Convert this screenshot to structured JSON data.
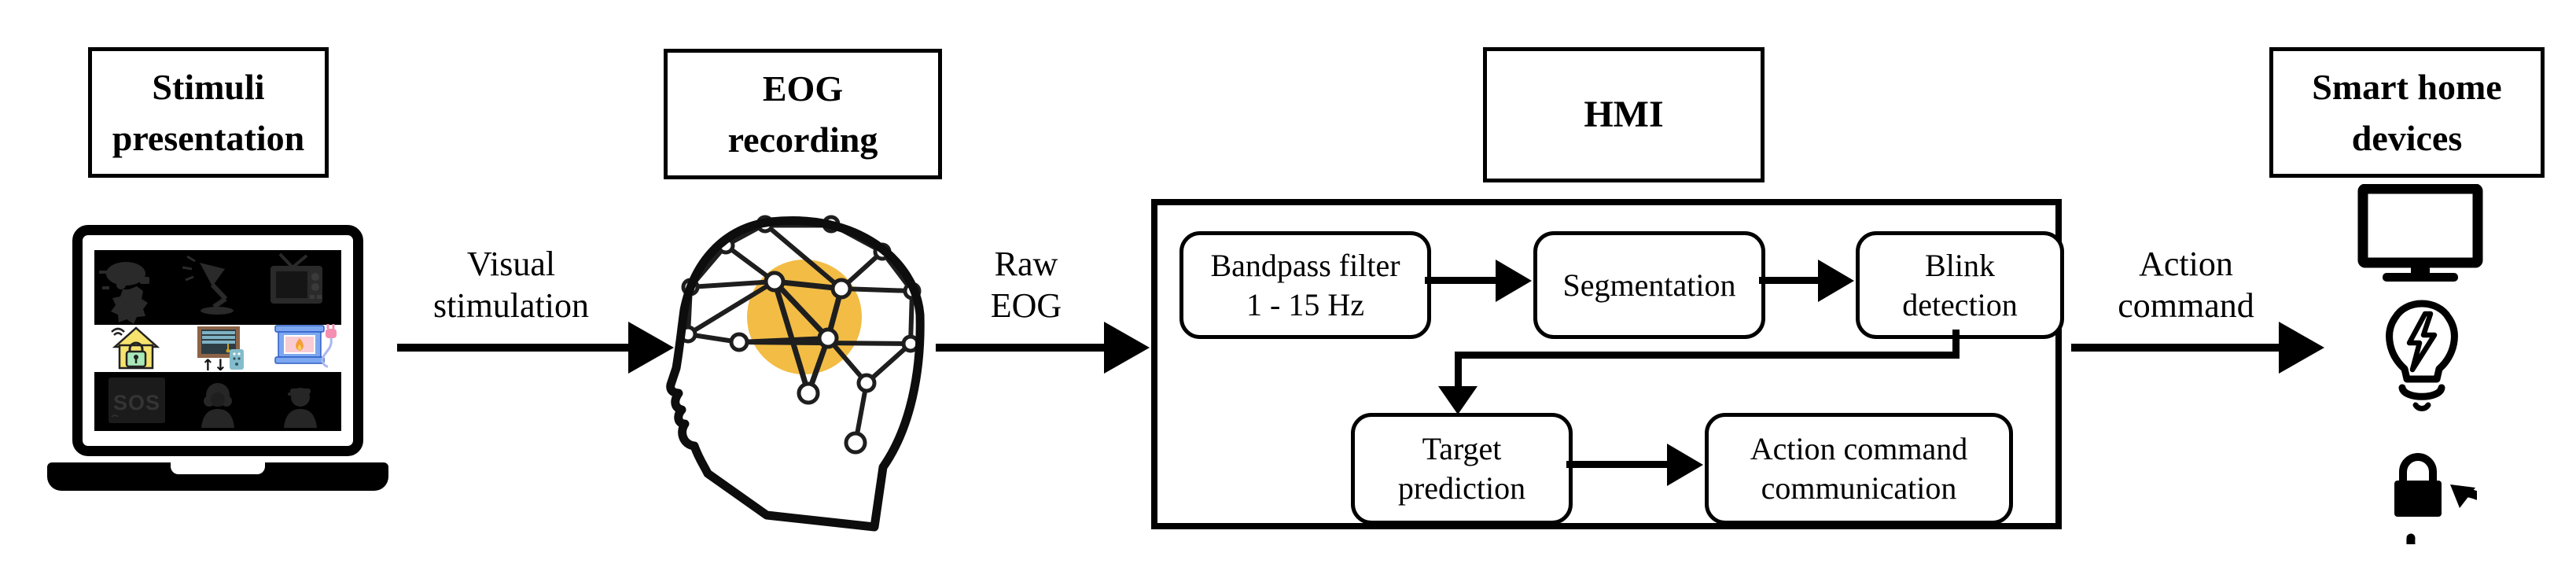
{
  "title_boxes": {
    "stimuli": {
      "lines": [
        "Stimuli",
        "presentation"
      ]
    },
    "eog": {
      "lines": [
        "EOG",
        "recording"
      ]
    },
    "hmi": {
      "label": "HMI"
    },
    "smart_home": {
      "lines": [
        "Smart home",
        "devices"
      ]
    }
  },
  "flow_labels": {
    "visual_stimulation": {
      "lines": [
        "Visual",
        "stimulation"
      ]
    },
    "raw_eog": {
      "lines": [
        "Raw",
        "EOG"
      ]
    },
    "action_command": {
      "lines": [
        "Action",
        "command"
      ]
    }
  },
  "hmi_pipeline": {
    "bandpass": {
      "lines": [
        "Bandpass filter",
        "1 - 15 Hz"
      ]
    },
    "segmentation": {
      "lines": [
        "Segmentation"
      ]
    },
    "blink_detection": {
      "lines": [
        "Blink",
        "detection"
      ]
    },
    "target_prediction": {
      "lines": [
        "Target",
        "prediction"
      ]
    },
    "action_command_communication": {
      "lines": [
        "Action command",
        "communication"
      ]
    }
  },
  "laptop": {
    "sos_label": "SOS"
  },
  "icons": {
    "laptop_screen_top_row": [
      "security-camera-icon",
      "desk-lamp-icon",
      "tv-icon"
    ],
    "laptop_screen_middle_row": [
      "smart-home-lock-icon",
      "window-blinds-icon",
      "heater-plug-icon"
    ],
    "laptop_screen_bottom_row": [
      "sos-icon",
      "woman-icon",
      "man-icon"
    ],
    "smart_home_devices": [
      "monitor-icon",
      "smart-bulb-icon",
      "smart-lock-rotate-icon"
    ],
    "eog_figure": "head-brain-network-icon"
  },
  "colors": {
    "ink": "#000000",
    "brain_yellow": "#F2BC45",
    "house_yellow": "#F5E36E",
    "lock_green": "#A9E8B8",
    "blinds_brown": "#8B6347",
    "remote_teal": "#85BCCB",
    "heater_blue": "#7DA7F0",
    "heater_pink": "#F9CCD3",
    "flame_orange": "#F59D38",
    "plug_pink": "#F48FB1"
  }
}
